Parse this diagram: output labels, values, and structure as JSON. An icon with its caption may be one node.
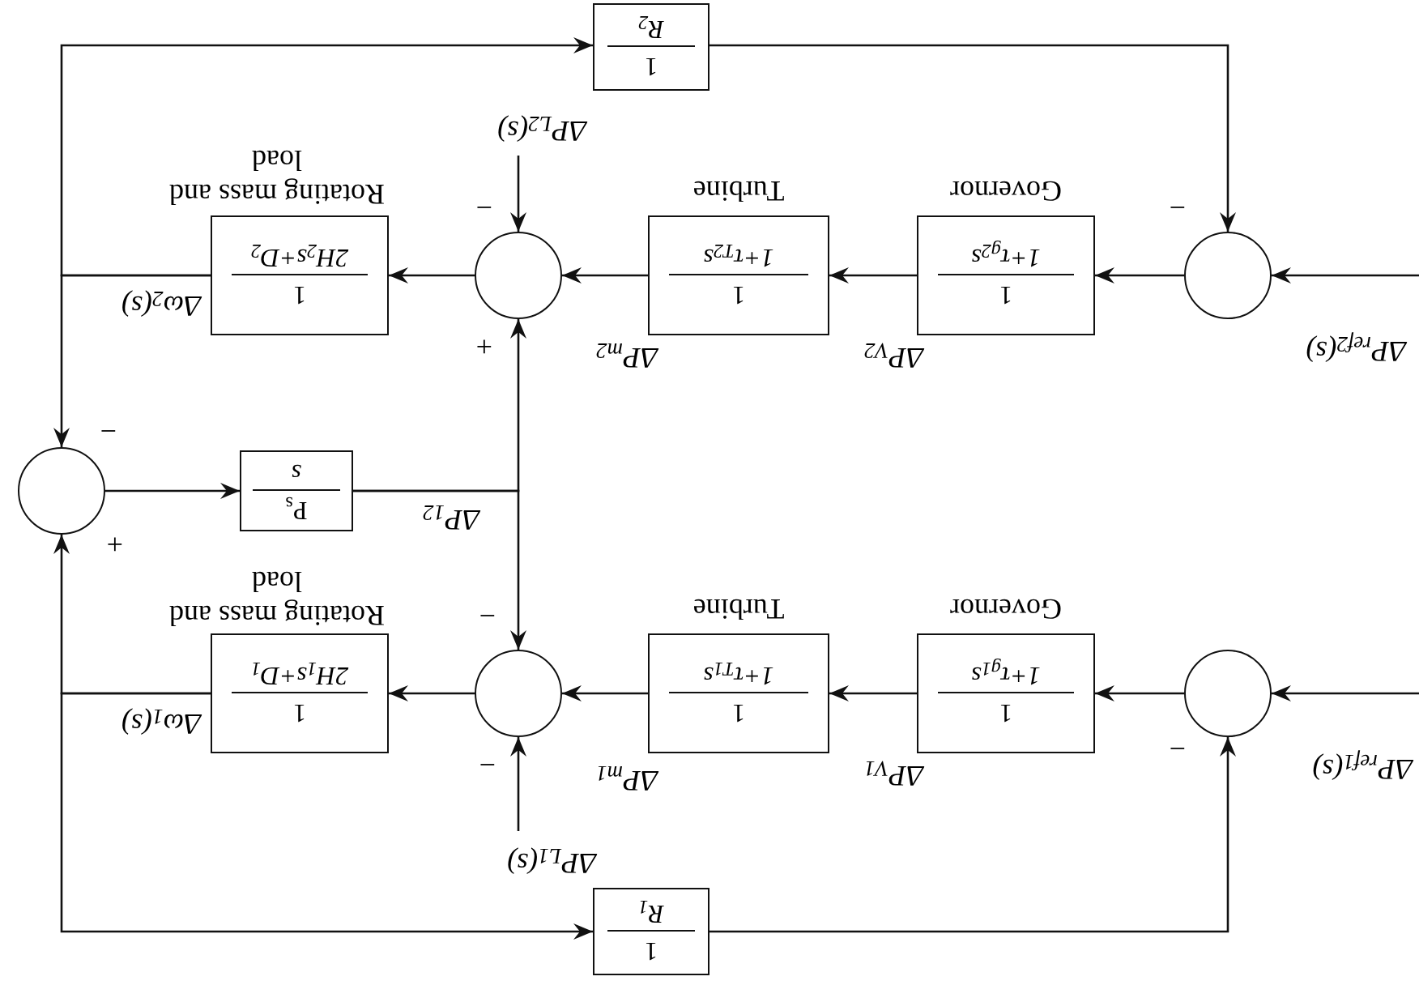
{
  "diagram": {
    "nodes": [
      {
        "text": [],
        "shape": "circle"
      },
      {
        "text": [
          "1",
          "1+τ$_{g1}$s"
        ],
        "beside": [
          "Governor"
        ]
      },
      {
        "text": [
          "1",
          "1+τ$_{T1}$s"
        ],
        "beside": [
          "Turbine"
        ]
      },
      {
        "text": [],
        "shape": "circle"
      },
      {
        "text": [
          "1",
          "2H$_{1}$s+D$_{1}$"
        ],
        "beside": [
          "Rotating mass and load"
        ]
      },
      {
        "text": [
          "1",
          "R$_{1}$"
        ]
      },
      {
        "text": [],
        "shape": "circle"
      },
      {
        "text": [
          "P$_{s}$",
          "s"
        ]
      },
      {
        "text": [],
        "shape": "circle"
      },
      {
        "text": [
          "1",
          "2H$_{2}$s+D$_{2}$"
        ],
        "beside": [
          "Rotating mass and load"
        ]
      },
      {
        "text": [],
        "shape": "circle"
      },
      {
        "text": [
          "1",
          "1+τ$_{g2}$s"
        ],
        "beside": [
          "Governor"
        ]
      },
      {
        "text": [
          "1",
          "1+τ$_{T2}$s"
        ],
        "beside": [
          "Turbine"
        ]
      },
      {
        "text": [
          "1",
          "R$_{2}$"
        ]
      }
    ],
    "edges": [
      {
        "from": null,
        "to": 0,
        "arrow": "to",
        "label": "ΔP$_{ref1}$(s)"
      },
      {
        "from": 0,
        "to": 1,
        "arrow": "to"
      },
      {
        "from": 1,
        "to": 2,
        "arrow": "to",
        "label": "ΔP$_{V1}$"
      },
      {
        "from": 2,
        "to": 3,
        "arrow": "to",
        "label": "ΔP$_{m1}$"
      },
      {
        "from": null,
        "to": 3,
        "arrow": "to",
        "label": "ΔP$_{L1}$(s)"
      },
      {
        "from": 3,
        "to": 4,
        "arrow": "to"
      },
      {
        "from": 4,
        "to": 6,
        "arrow": "to",
        "label": "Δω$_{1}$(s)"
      },
      {
        "from": 4,
        "to": 5,
        "arrow": "to"
      },
      {
        "from": 5,
        "to": 0,
        "arrow": "to"
      },
      {
        "from": 6,
        "to": 7,
        "arrow": "to"
      },
      {
        "from": 7,
        "to": 3,
        "arrow": "to",
        "label": "ΔP$_{12}$"
      },
      {
        "from": 7,
        "to": 8,
        "arrow": "to"
      },
      {
        "from": null,
        "to": 10,
        "arrow": "to",
        "label": "ΔP$_{ref2}$(s)"
      },
      {
        "from": 10,
        "to": 11,
        "arrow": "to"
      },
      {
        "from": 11,
        "to": 12,
        "arrow": "to",
        "label": "ΔP$_{V2}$"
      },
      {
        "from": 12,
        "to": 8,
        "arrow": "to",
        "label": "ΔP$_{m2}$"
      },
      {
        "from": null,
        "to": 8,
        "arrow": "to",
        "label": "ΔP$_{L2}$(s)"
      },
      {
        "from": 8,
        "to": 9,
        "arrow": "to"
      },
      {
        "from": 9,
        "to": 6,
        "arrow": "to",
        "label": "Δω$_{2}$(s)"
      },
      {
        "from": 9,
        "to": 13,
        "arrow": "to"
      },
      {
        "from": 13,
        "to": 10,
        "arrow": "to"
      }
    ],
    "labels": [
      "−",
      "+",
      "−",
      "−",
      "−",
      "+",
      "−",
      "−"
    ]
  }
}
